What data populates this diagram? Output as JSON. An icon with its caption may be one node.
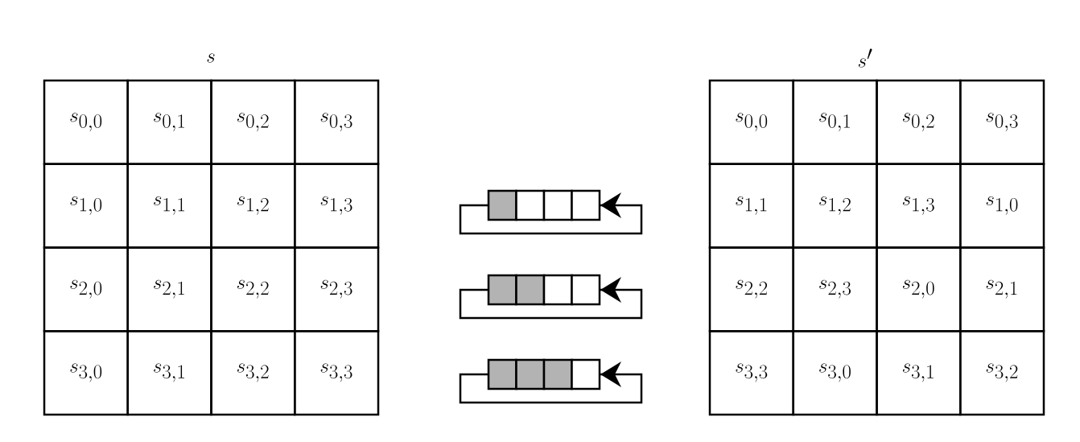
{
  "diagram": {
    "labels": [
      "s",
      "s_{0,0}",
      "s_{0,1}",
      "s_{0,2}",
      "s_{0,3}",
      "s_{1,0}",
      "s_{1,1}",
      "s_{1,2}",
      "s_{1,3}",
      "s_{2,0}",
      "s_{2,1}",
      "s_{2,2}",
      "s_{2,3}",
      "s_{3,0}",
      "s_{3,1}",
      "s_{3,2}",
      "s_{3,3}",
      "s'",
      "s_{0,0}",
      "s_{0,1}",
      "s_{0,2}",
      "s_{0,3}",
      "s_{1,1}",
      "s_{1,2}",
      "s_{1,3}",
      "s_{1,0}",
      "s_{2,2}",
      "s_{2,3}",
      "s_{2,0}",
      "s_{2,1}",
      "s_{3,3}",
      "s_{3,0}",
      "s_{3,1}",
      "s_{3,2}"
    ]
  }
}
